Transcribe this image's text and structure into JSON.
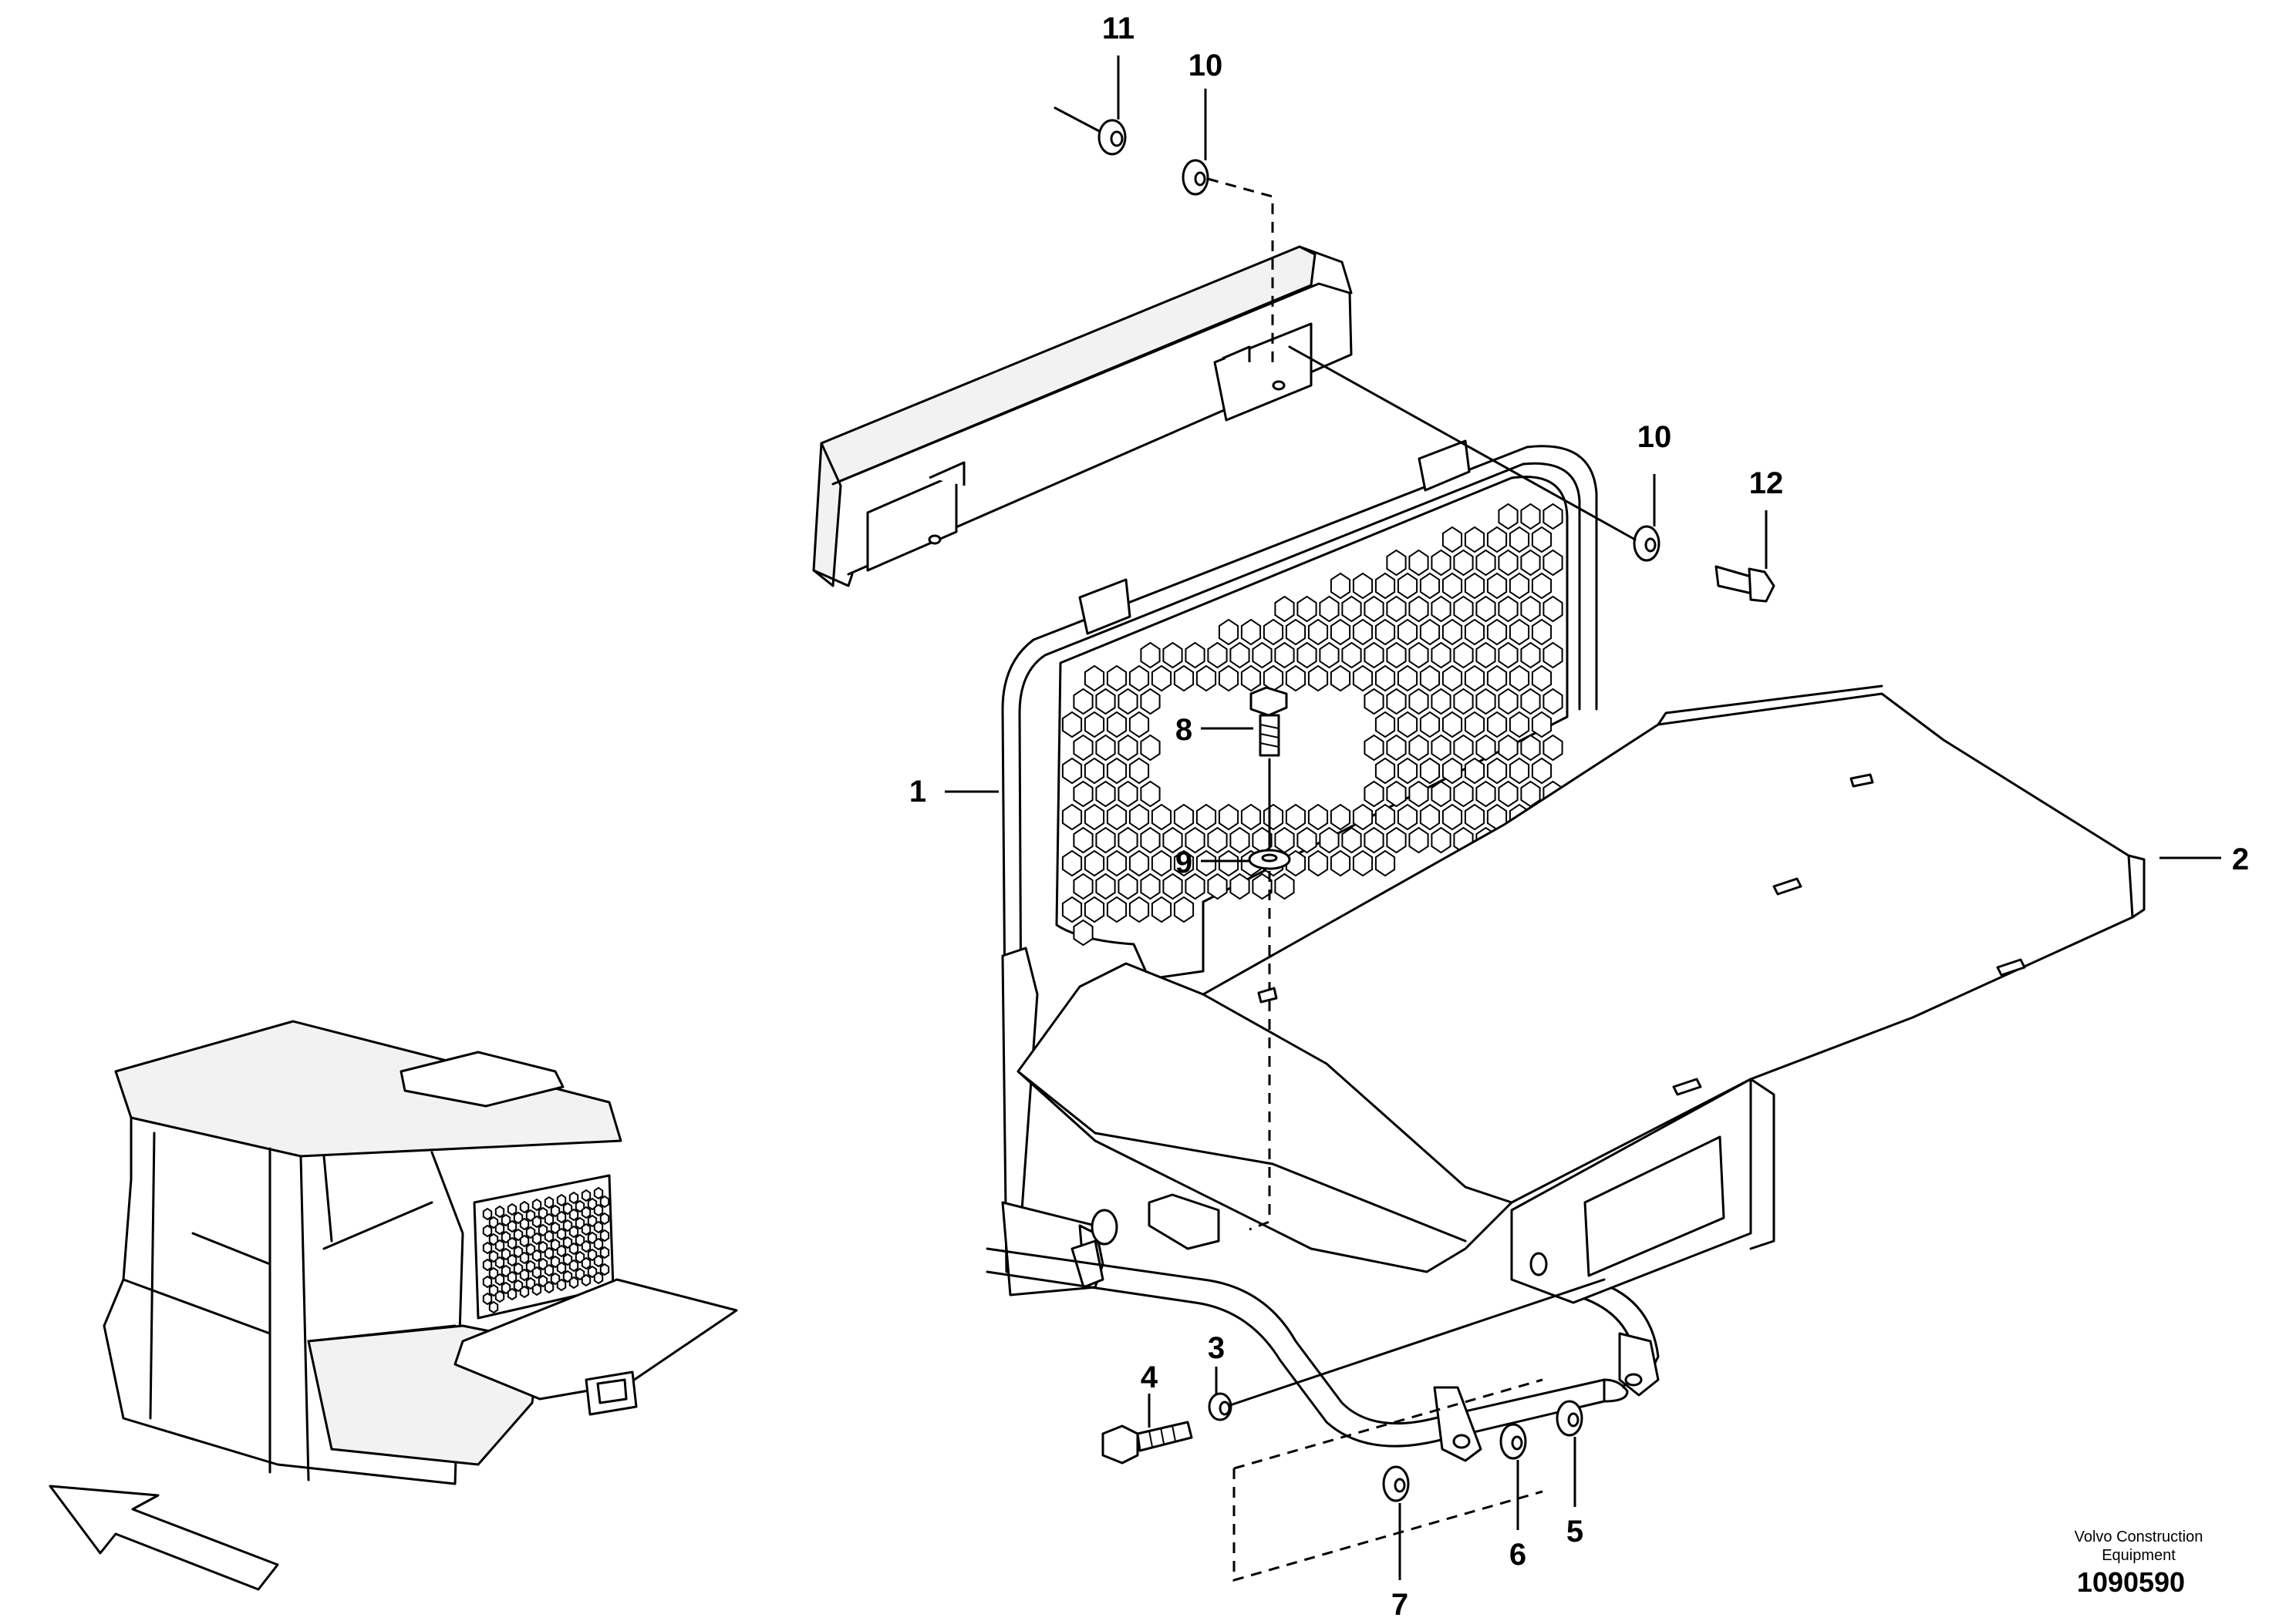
{
  "callouts": [
    {
      "id": "1",
      "label": "1"
    },
    {
      "id": "2",
      "label": "2"
    },
    {
      "id": "3",
      "label": "3"
    },
    {
      "id": "4",
      "label": "4"
    },
    {
      "id": "5",
      "label": "5"
    },
    {
      "id": "6",
      "label": "6"
    },
    {
      "id": "7",
      "label": "7"
    },
    {
      "id": "8",
      "label": "8"
    },
    {
      "id": "9",
      "label": "9"
    },
    {
      "id": "10a",
      "label": "10"
    },
    {
      "id": "10b",
      "label": "10"
    },
    {
      "id": "11",
      "label": "11"
    },
    {
      "id": "12",
      "label": "12"
    }
  ],
  "footer": {
    "maker_line1": "Volvo Construction",
    "maker_line2": "Equipment",
    "doc_number": "1090590"
  }
}
